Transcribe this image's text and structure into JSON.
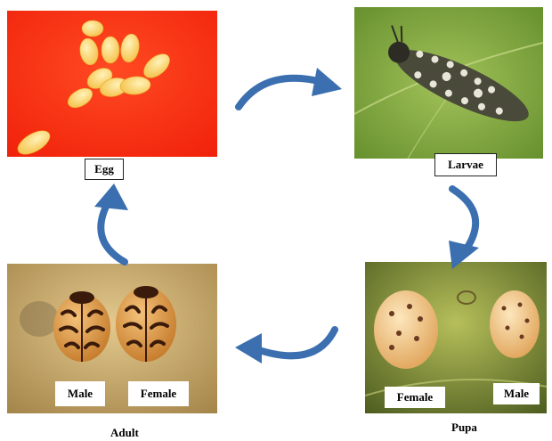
{
  "stages": {
    "egg": {
      "label": "Egg"
    },
    "larvae": {
      "label": "Larvae"
    },
    "pupa": {
      "label": "Pupa",
      "female_label": "Female",
      "male_label": "Male"
    },
    "adult": {
      "label": "Adult",
      "male_label": "Male",
      "female_label": "Female"
    }
  },
  "colors": {
    "arrow": "#3b6fb0",
    "egg_background": "#ff3b1a",
    "egg": "#ffd36a",
    "larvae_background": "#7da33a",
    "pupa_background": "#8a9a3a",
    "pupa": "#f3c98a",
    "adult_background": "#c9a867",
    "adult_beetle": "#d9954a"
  }
}
